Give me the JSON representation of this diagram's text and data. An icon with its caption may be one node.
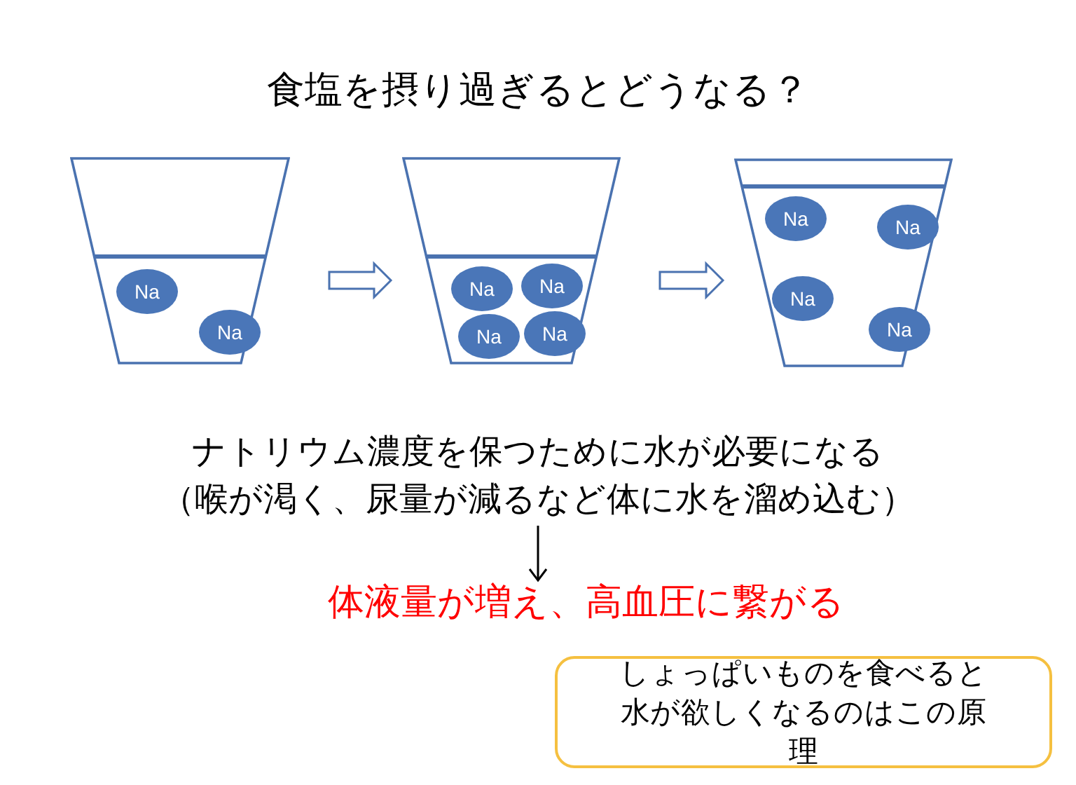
{
  "diagram": {
    "title": "食塩を摂り過ぎるとどうなる？",
    "nodes": [
      {
        "text": [],
        "shape": "cup"
      },
      {
        "text": [
          "Na"
        ],
        "in": 0
      },
      {
        "text": [
          "Na"
        ],
        "in": 0
      },
      {
        "text": [],
        "shape": "cup"
      },
      {
        "text": [
          "Na"
        ],
        "in": 3
      },
      {
        "text": [
          "Na"
        ],
        "in": 3
      },
      {
        "text": [
          "Na"
        ],
        "in": 3
      },
      {
        "text": [
          "Na"
        ],
        "in": 3
      },
      {
        "text": [],
        "shape": "cup"
      },
      {
        "text": [
          "Na"
        ],
        "in": 8
      },
      {
        "text": [
          "Na"
        ],
        "in": 8
      },
      {
        "text": [
          "Na"
        ],
        "in": 8
      },
      {
        "text": [
          "Na"
        ],
        "in": 8
      },
      {
        "text": [
          "ナトリウム濃度を保つために水が必要になる",
          "（喉が渇く、尿量が減るなど体に水を溜め込む）"
        ]
      },
      {
        "text": [
          "体液量が増え、高血圧に繋がる"
        ]
      },
      {
        "text": [
          "しょっぱいものを食べると水が欲しくなるのはこの原理"
        ]
      }
    ],
    "edges": [
      {
        "from": 0,
        "to": 3,
        "arrow": "to"
      },
      {
        "from": 3,
        "to": 8,
        "arrow": "to"
      },
      {
        "from": 13,
        "to": 14,
        "arrow": "to"
      }
    ]
  }
}
